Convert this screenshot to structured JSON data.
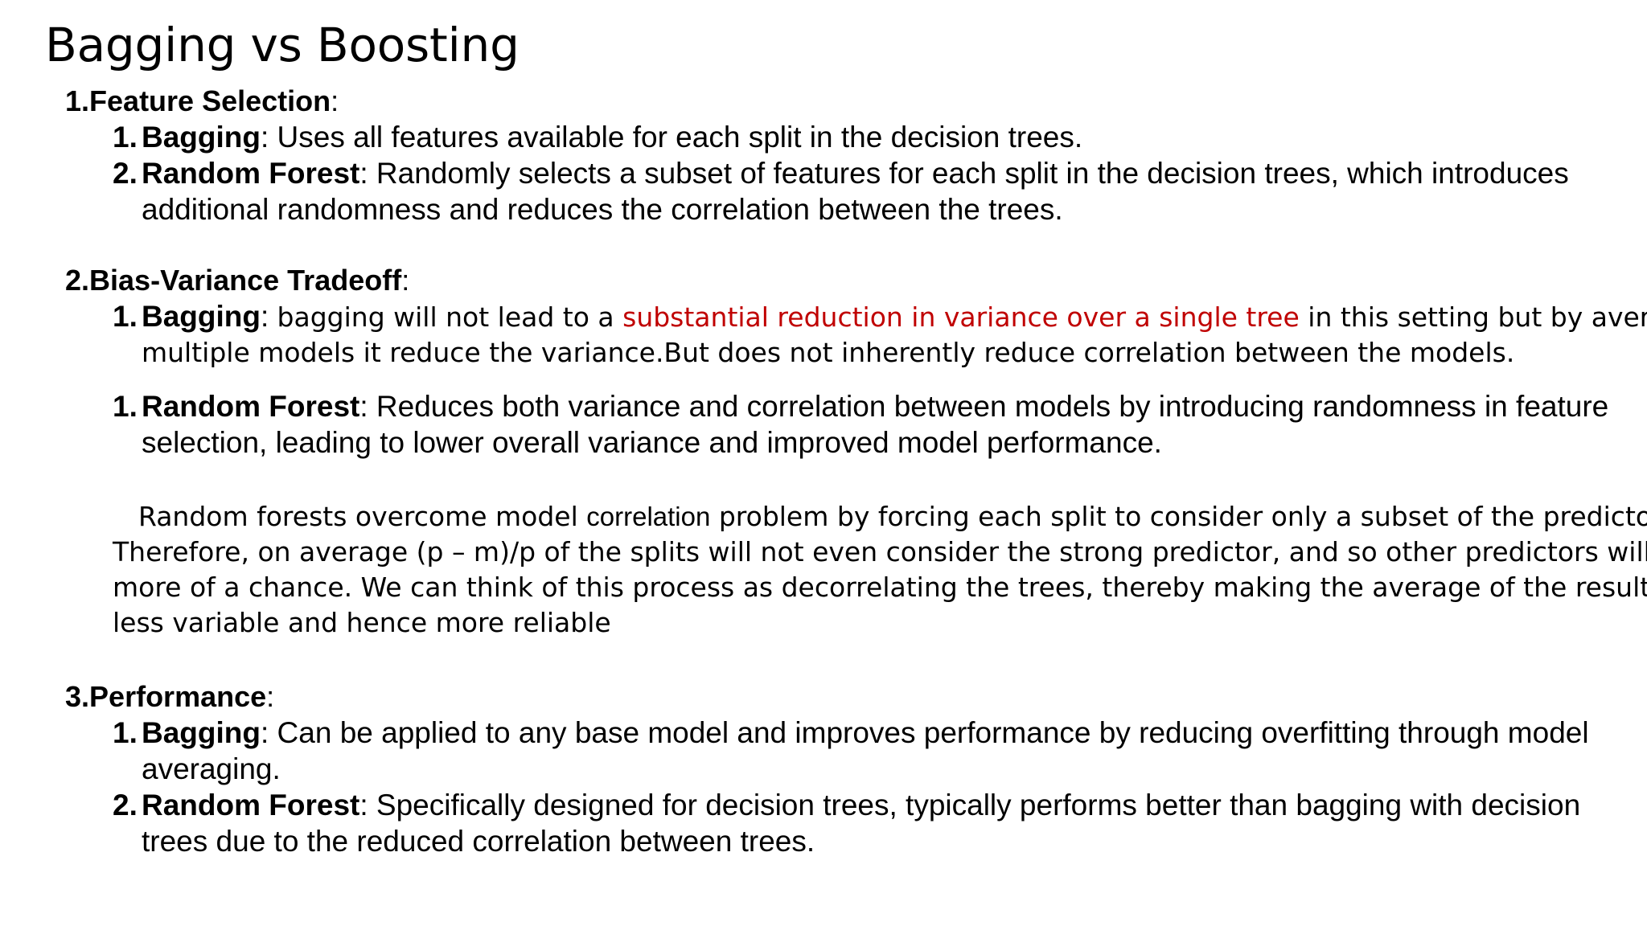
{
  "slide": {
    "title": "Bagging vs Boosting",
    "colors": {
      "text": "#000000",
      "highlight_red": "#C00000",
      "background": "#FFFFFF"
    }
  },
  "sections": [
    {
      "number": "1.",
      "heading": "Feature Selection",
      "heading_colon": ":",
      "items": [
        {
          "marker": "1.",
          "term": "Bagging",
          "sep": ": ",
          "lines": [
            "Uses all features available for each split in the decision trees."
          ]
        },
        {
          "marker": "2.",
          "term": "Random Forest",
          "sep": ": ",
          "lines": [
            "Randomly selects a subset of features for each split in the decision trees, which introduces",
            "additional randomness and reduces the correlation between the trees."
          ]
        }
      ]
    },
    {
      "number": "2.",
      "heading": "Bias-Variance Tradeoff",
      "heading_colon": ":",
      "items": [
        {
          "marker": "1.",
          "term": "Bagging",
          "sep": ": ",
          "line1_pre": "bagging will not lead to a ",
          "line1_red": "substantial reduction in variance over a single tree",
          "line1_post": " in this setting but by averaging",
          "line2": "multiple models it reduce the variance.But does not inherently reduce correlation between the models."
        },
        {
          "marker": "1.",
          "term": "Random Forest",
          "sep": ": ",
          "lines": [
            "Reduces both variance and correlation between models by introducing randomness in feature",
            "selection, leading to lower overall variance and improved model performance."
          ]
        }
      ]
    }
  ],
  "paragraph": {
    "line1_pre": "Random forests overcome model ",
    "line1_wide": "correlation",
    "line1_post": " problem by forcing each split to consider only a subset of the predictors.",
    "line2": "Therefore, on average (p – m)/p of the splits will not even consider the strong predictor, and so other predictors will have",
    "line3": "more of a chance. We can think of this process as decorrelating the trees, thereby making the average of the resulting trees",
    "line4": "less variable and hence more reliable"
  },
  "performance": {
    "number": "3.",
    "heading": "Performance",
    "heading_colon": ":",
    "items": [
      {
        "marker": "1.",
        "term": "Bagging",
        "sep": ": ",
        "lines": [
          "Can be applied to any base model and improves performance by reducing overfitting through model",
          "averaging."
        ]
      },
      {
        "marker": "2.",
        "term": "Random Forest",
        "sep": ": ",
        "lines": [
          "Specifically designed for decision trees, typically performs better than bagging with decision",
          "trees due to the reduced correlation between trees."
        ]
      }
    ]
  }
}
